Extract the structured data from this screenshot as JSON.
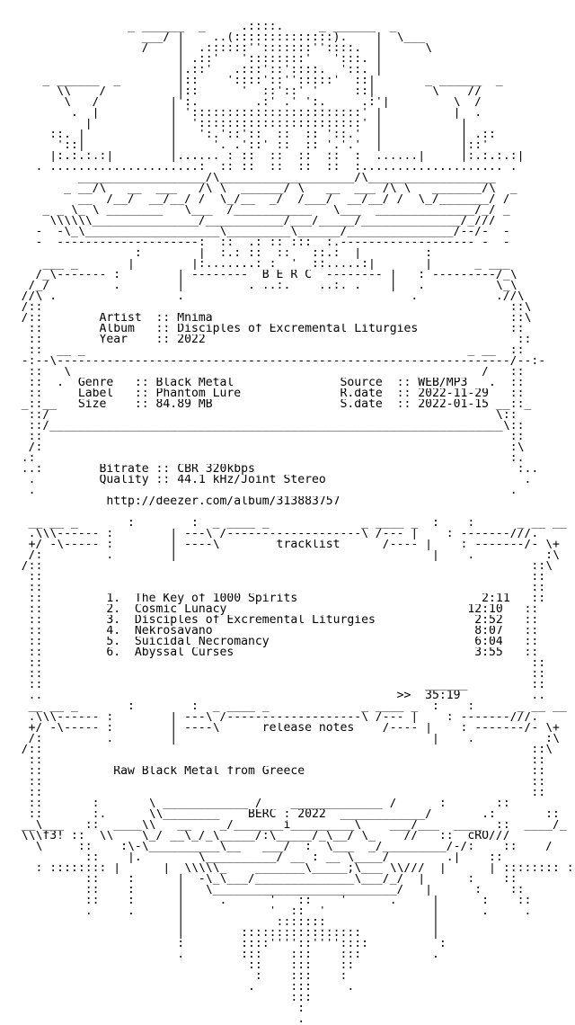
{
  "ascii_lines": [
    "",
    "",
    "                 _ ______  _     .::::.     _ ______  _",
    "                   ___/ |    ..(::::::::::::::).    |  \\___",
    "                   /    |  .::::::'':::::::''::::.  |      \\",
    "                        | .::'   '::::::::'   ':::. |",
    "                        |.::'   .:::'::'::::.  '::. |",
    "     _ ______  _        |::    '::::'::'':::::'  ::|       _ ______  _",
    "       \\\\    /          |::      '  ::'::' '     ::|        \\    //",
    "        \\   /          |':.        .:' .' ':.     .:'|         \\  /",
    "         .  |          | '::::::::::::::::::::::::' |          |  .",
    "           |           |  ':::::::::::::::::::::::' |           |",
    "      ::. |            |   ':.'::'::  ::  :: '::.'  |           | .::",
    "       '::|            |     '. .'::' ::  :: '.'.'  |           |::'",
    "      |:.:.:.:|        |...... : ::  ::  ::  ::  :  ......|     |:.:.:.:|",
    "    . .....................:  :: ::  ::  ::  ::  :.................... .",
    "          __________________/\\___________________/\\__________________",
    "        _ __/\\   __  ___   /\\ \\  ______/ \\   __  ___ /\\ \\   _______/\\  _",
    "          __  /__/  __/__/ /  \\_/__  _/  /___/  __/__/ /  \\_/_______/ /",
    "     _ _ \\_ \\ ________   \\___  /___________   \\___  ______________/_/ _",
    "      \\\\\\\\\\\\_______________/___________/___/_____/______________/_///",
    "    -  -\\_\\___________________\\_________\\______/_______________/--/-  -",
    "    -  --------------------:  ::  .: :: :::  :.------------------- -  -",
    "                  :        |  :.: ::  ::   ::.:  |         :",
    "     ___ _       |        |:.......: :  '  ::.....:|       |      _ ___",
    "    /_\\------- :        | --------  B E R C  -------- |   : ---------/_\\",
    "   /_/         .        |         . ..:.    ..:. .    |   .          \\_\\",
    "  //\\ .                 .                                .           .//\\",
    "  /::                                                                  ::\\",
    "  /::        Artist  :: Mnima                                          ::\\",
    "   ::        Album   :: Disciples of Excremental Liturgies             ::",
    "   ::        Year    :: 2022                                            ::",
    "   ::  __ _                                                      _ __  ::",
    "  -:--\\----------------------------------------------------------------/--:-",
    "   ::   \\                                                          /   ::",
    "   ::  .  Genre   :: Black Metal               Source  :: WEB/MP3   .  ::",
    "   ::     Label   :: Phantom Lure              R.date  :: 2022-11-29   ::",
    "  _::__   Size    :: 84.89 MB                  S.date  :: 2022-01-15 __::_",
    "   ::/                                                               \\::",
    "   ::/________________________________________________________________\\::",
    "   ::                                                                  ::",
    "   /:                                                                  :\\",
    "  .:                                                                   :.",
    "  ..:        Bitrate :: CBR 320kbps                                     :..",
    "   .         Quality :: 44.1 kHz/Joint Stereo                            .",
    "   .                                                                   .",
    "              http://deezer.com/album/313883757",
    "",
    "   __ __ _       :        :  _ ____ _             _ ____ _  :    :      _ __ __",
    "   .\\\\\\------ :        | ---\\ /-------------------\\ /--- |    : -------///.",
    "   +/ -\\----- :        | ----\\        tracklist      /---- |    : -------/- \\+",
    "   /:         .        |                                    |    .          :\\",
    "  /::                                                                     ::\\",
    "   ::                                                                     ::",
    "   ::                                                                     ::",
    "   ::         1.  The Key of 1000 Spirits                          2:11   ::",
    "   ::         2.  Cosmic Lunacy                                  12:10   ::",
    "   ::         3.  Disciples of Excremental Liturgies              2:52   ::",
    "   ::         4.  Nekrosavano                                     8:07   ::",
    "   ::         5.  Suicidal Necromancy                             6:04   ::",
    "   ::         6.  Abyssal Curses                                  3:55   ::",
    "   ::                                                                     ::",
    "   ::                                                                     ::",
    "   ::                                                      ______         ::",
    "   ..                                                  >>  35:19          ..",
    "   __ __ _       :        :  _ ____ _             _ ____ _  :    :      _ __ __",
    "   .\\\\\\------ :        | ---\\ /-------------------\\ /--- |    : -------///.",
    "   +/ -\\----- :        | ----\\      release notes    /---- |    : -------/- \\+",
    "   /:         .        |                                    |    .          :\\",
    "  /::                                                                     ::\\",
    "   ::                                                                     ::",
    "   ::          Raw Black Metal from Greece                                ::",
    "   ::                                                                     ::",
    "   ::                                                                     ::",
    "   ::       :       \\ ____________ /    _____________ /      :       ::",
    "   ::       :.      \\\\________    BERC : 2022  ____________/       .:       ::",
    "  __\\___   ::  ____\\\\   __    _/_______i_________\\    ___/___  ____  ::  ____/_",
    "  \\\\\\f3! ::  \\\\    \\_/ __\\_/_\\_____/:\\_____/_\\__/ \\_    //   ::  cRO///",
    "    \\     ::    :\\-\\__________\\__   ___/  :  \\___  _/_________/-/:    ::    /",
    "           ::    |.        \\__________/ __ : __ \\____/        .|    ::",
    "    : :::::::: |      |  \\\\\\\\\\_    _______\\_____;\\___ \\\\///  |      | :::::::: :",
    "           ::    :      |  -\\_\\___/______________\\___/_/  |      :    ::",
    "           ::    :      |   \\__________________________/   |      :    ::",
    "           ::    :      |     .      '   ::    '      .     |      :    ::",
    "           .     .      |            '  ::  '               |      .     .",
    "                        |             :::::::               |",
    "                        |        :::::::::::::::::          |",
    "                        :        ::::''''::''''::::          :",
    "                        .        :::    :::    :::          .",
    "                                  ::    :::    ::",
    "                                   :    :::    :",
    "                                  .     :::     .",
    "                                        :::",
    "                                         :",
    "                                         ."
  ]
}
